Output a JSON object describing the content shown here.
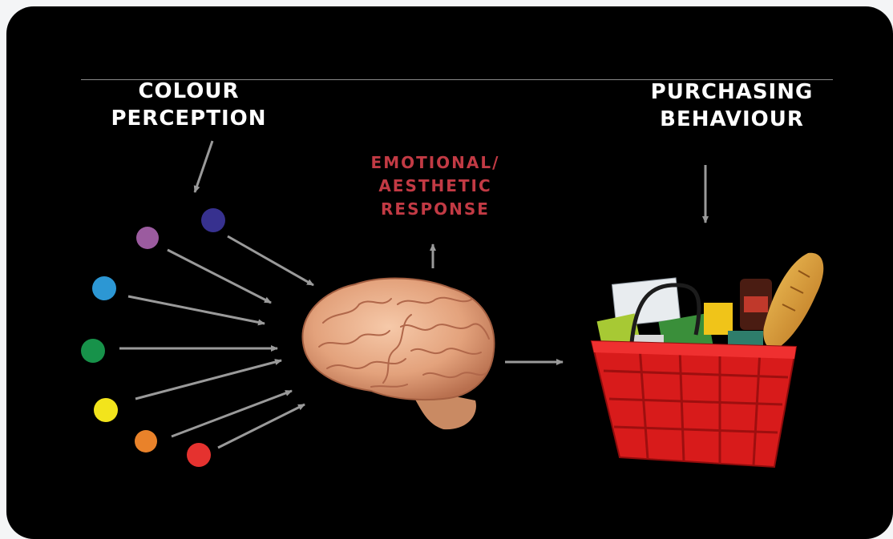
{
  "labels": {
    "colour_perception": [
      "COLOUR",
      "PERCEPTION"
    ],
    "emotional_response": [
      "EMOTIONAL/",
      "AESTHETIC",
      "RESPONSE"
    ],
    "purchasing_behaviour": [
      "PURCHASING",
      "BEHAVIOUR"
    ]
  },
  "colors": {
    "background": "#000000",
    "page": "#f4f5f6",
    "label_text": "#ffffff",
    "emotional_text": "#c23a44",
    "arrow": "#9a9a9a",
    "dots": [
      "#37318f",
      "#9b5b9f",
      "#2c97d4",
      "#17924a",
      "#f2e41c",
      "#e9822a",
      "#e5322f"
    ]
  },
  "icons": [
    "brain-image",
    "shopping-basket-image"
  ]
}
